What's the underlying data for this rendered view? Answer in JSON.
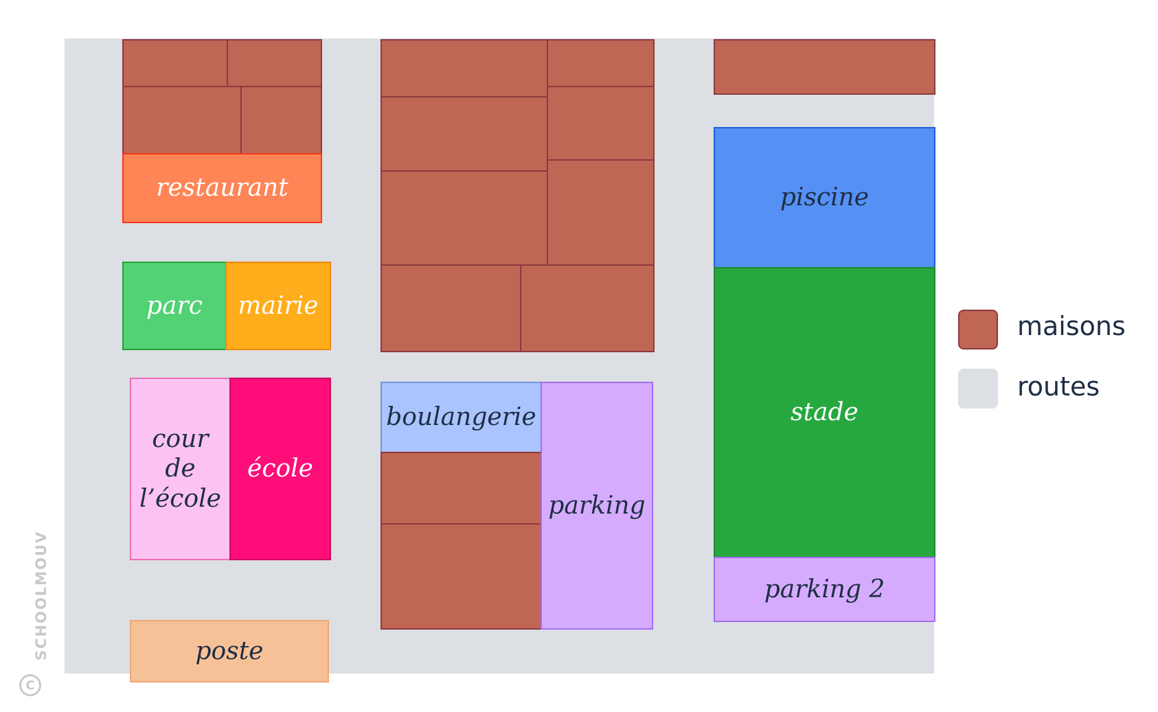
{
  "map": {
    "places": {
      "restaurant": "restaurant",
      "parc": "parc",
      "mairie": "mairie",
      "cour_ecole": "cour de l’école",
      "ecole": "école",
      "poste": "poste",
      "boulangerie": "boulangerie",
      "parking": "parking",
      "piscine": "piscine",
      "stade": "stade",
      "parking_2": "parking 2"
    }
  },
  "legend": {
    "items": [
      {
        "label": "maisons",
        "color": "#c06655"
      },
      {
        "label": "routes",
        "color": "#dcdfe3"
      }
    ]
  },
  "colors": {
    "restaurant": "#ff8556",
    "parc": "#52d175",
    "mairie": "#ffad1a",
    "cour_ecole": "#fcc3f2",
    "ecole": "#ff0d78",
    "poste": "#f7c197",
    "boulangerie": "#aac4ff",
    "parking": "#d5acfd",
    "piscine": "#5591f4",
    "stade": "#27a83f",
    "parking_2": "#d5acfd"
  },
  "watermark": {
    "text": "SCHOOLMOUV",
    "symbol": "C"
  }
}
